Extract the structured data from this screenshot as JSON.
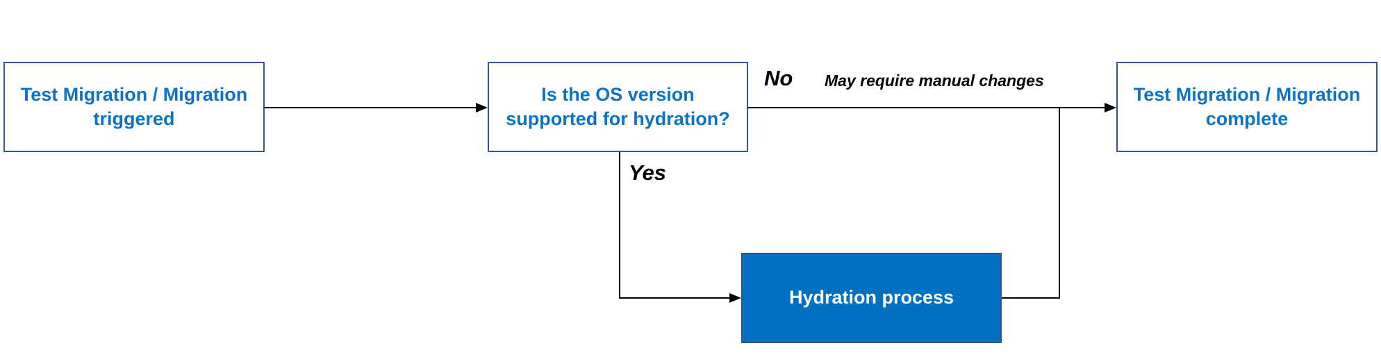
{
  "diagram": {
    "type": "flowchart",
    "nodes": {
      "triggered": {
        "label": "Test Migration / Migration triggered"
      },
      "question": {
        "label": "Is the OS version supported for hydration?"
      },
      "complete": {
        "label": "Test Migration / Migration complete"
      },
      "hydration": {
        "label": "Hydration process"
      }
    },
    "edge_labels": {
      "no": "No",
      "note": "May require manual changes",
      "yes": "Yes"
    },
    "edges": [
      {
        "from": "triggered",
        "to": "question",
        "label": ""
      },
      {
        "from": "question",
        "to": "complete",
        "label": "No — May require manual changes"
      },
      {
        "from": "question",
        "to": "hydration",
        "label": "Yes"
      },
      {
        "from": "hydration",
        "to": "complete",
        "label": ""
      }
    ],
    "colors": {
      "background": "#FFFFFF",
      "node_border": "#35539B",
      "node_text": "#0C72C6",
      "hydration_fill": "#0070C0",
      "hydration_border": "#2E5395",
      "hydration_text": "#FFFFFF",
      "connector_line": "#000000",
      "label_text": "#000000"
    }
  }
}
